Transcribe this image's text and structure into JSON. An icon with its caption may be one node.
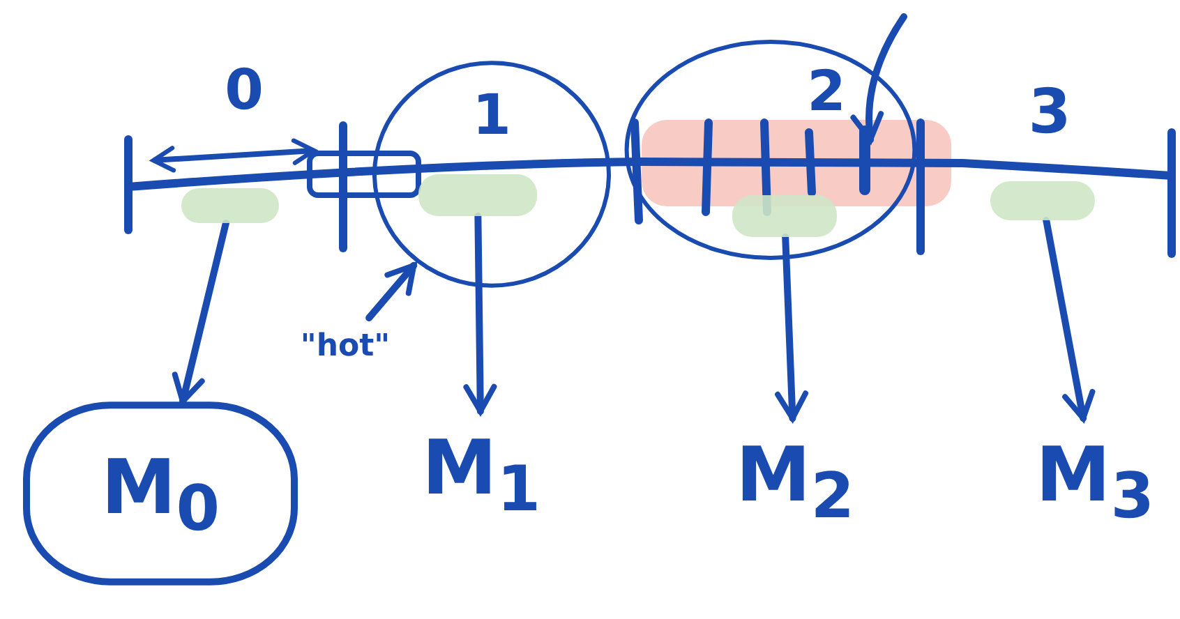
{
  "diagram": {
    "nodes": [
      {
        "text": [
          "0"
        ]
      },
      {
        "text": [
          "1"
        ]
      },
      {
        "text": [
          "2"
        ]
      },
      {
        "text": [
          "3"
        ]
      },
      {
        "text": [],
        "shape": "bar"
      },
      {
        "text": [],
        "shape": "bar",
        "in": 1
      },
      {
        "text": [],
        "shape": "bar",
        "in": 2
      },
      {
        "text": [],
        "shape": "bar"
      },
      {
        "text": [
          "M$_{0}$"
        ]
      },
      {
        "text": [
          "M$_{1}$"
        ]
      },
      {
        "text": [
          "M$_{2}$"
        ]
      },
      {
        "text": [
          "M$_{3}$"
        ]
      },
      {
        "text": [
          "\"hot\""
        ]
      },
      {
        "text": [],
        "shape": "line",
        "in": 2
      }
    ],
    "edges": [
      {
        "from": 4,
        "to": 8,
        "arrow": "to"
      },
      {
        "from": 5,
        "to": 9,
        "arrow": "to"
      },
      {
        "from": 6,
        "to": 10,
        "arrow": "to"
      },
      {
        "from": 7,
        "to": 11,
        "arrow": "to"
      },
      {
        "from": 12,
        "to": 1,
        "arrow": "to"
      },
      {
        "from": null,
        "to": 13,
        "arrow": "to"
      }
    ]
  }
}
